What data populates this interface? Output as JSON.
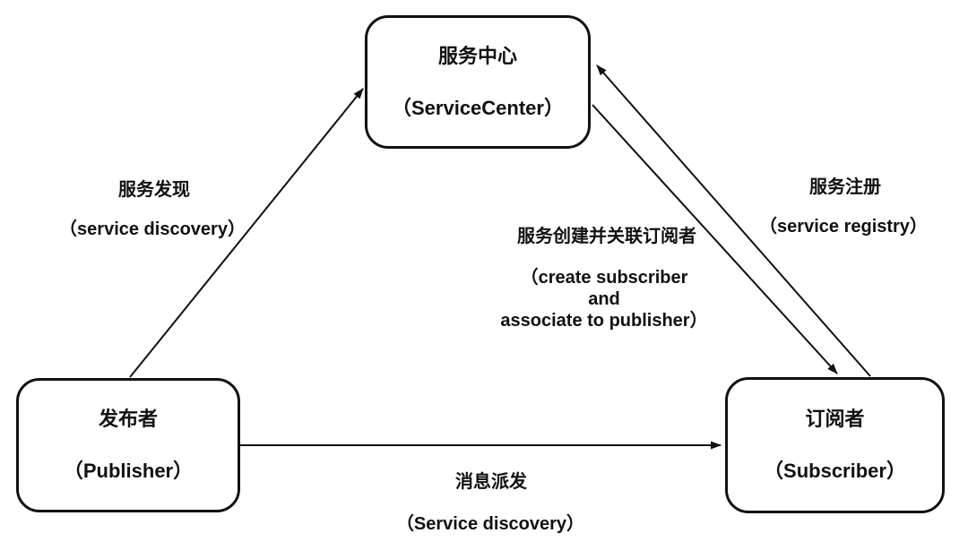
{
  "canvas": {
    "background": "#ffffff",
    "line_color": "#111111",
    "text_color": "#111111"
  },
  "nodes": {
    "service_center": {
      "title": "服务中心",
      "subtitle": "（ServiceCenter）"
    },
    "publisher": {
      "title": "发布者",
      "subtitle": "（Publisher）"
    },
    "subscriber": {
      "title": "订阅者",
      "subtitle": "（Subscriber）"
    }
  },
  "edges": {
    "service_discovery": {
      "from": "publisher",
      "to": "service_center",
      "label_zh": "服务发现",
      "label_en": "（service discovery）"
    },
    "service_registry": {
      "from": "subscriber",
      "to": "service_center",
      "label_zh": "服务注册",
      "label_en": "（service registry）"
    },
    "create_subscriber": {
      "from": "service_center",
      "to": "subscriber",
      "label_zh": "服务创建并关联订阅者",
      "label_en_line1": "（create subscriber",
      "label_en_line2": "and",
      "label_en_line3": "associate to publisher）"
    },
    "message_dispatch": {
      "from": "publisher",
      "to": "subscriber",
      "label_zh": "消息派发",
      "label_en": "（Service discovery）"
    }
  }
}
